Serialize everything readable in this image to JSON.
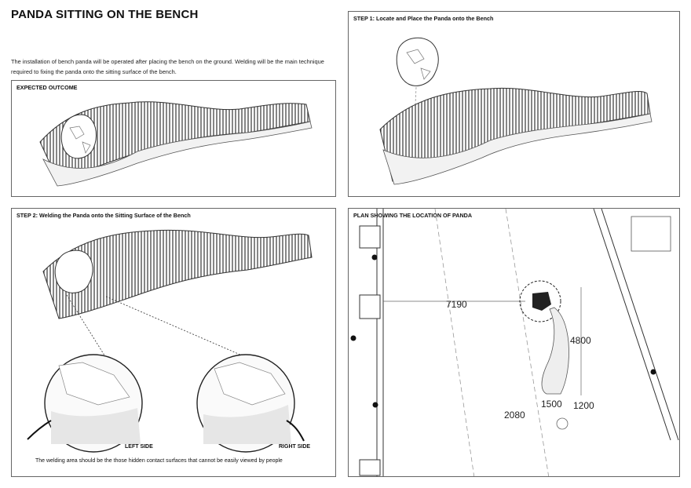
{
  "header": {
    "title": "PANDA SITTING ON THE BENCH",
    "intro": "The installation of bench panda will be operated after placing the bench on the ground. Welding will be the main technique required to fixing the panda onto the sitting surface of the bench."
  },
  "panels": {
    "expected": {
      "title": "EXPECTED OUTCOME"
    },
    "step1": {
      "title": "STEP 1: Locate and Place the Panda onto the Bench"
    },
    "step2": {
      "title": "STEP 2: Welding the Panda onto the Sitting Surface of the Bench",
      "left_label": "LEFT SIDE",
      "right_label": "RIGHT SIDE",
      "note": "The welding area should be the those hidden contact surfaces that cannot be easily viewed by people"
    },
    "plan": {
      "title": "PLAN SHOWING THE LOCATION OF PANDA",
      "dimensions": [
        "7190",
        "4800",
        "1500",
        "1200",
        "2080"
      ]
    }
  },
  "colors": {
    "frame": "#666666",
    "line": "#333333",
    "fill_dark": "#222222"
  }
}
